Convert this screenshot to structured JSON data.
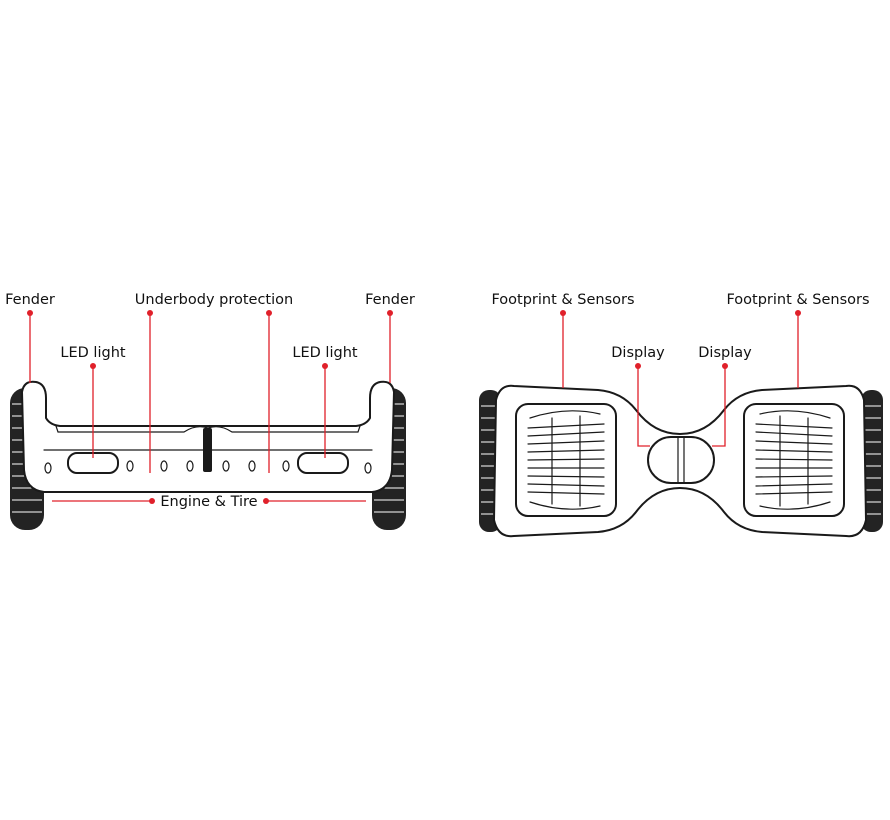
{
  "diagram": {
    "accent_color": "#e0202a",
    "outline_color": "#1a1a1a",
    "front_view": {
      "labels": {
        "fender_left": "Fender",
        "underbody_protection": "Underbody protection",
        "fender_right": "Fender",
        "led_light_left": "LED light",
        "led_light_right": "LED light",
        "engine_tire": "Engine & Tire"
      }
    },
    "top_view": {
      "labels": {
        "footprint_left": "Footprint & Sensors",
        "footprint_right": "Footprint & Sensors",
        "display_left": "Display",
        "display_right": "Display"
      }
    }
  }
}
